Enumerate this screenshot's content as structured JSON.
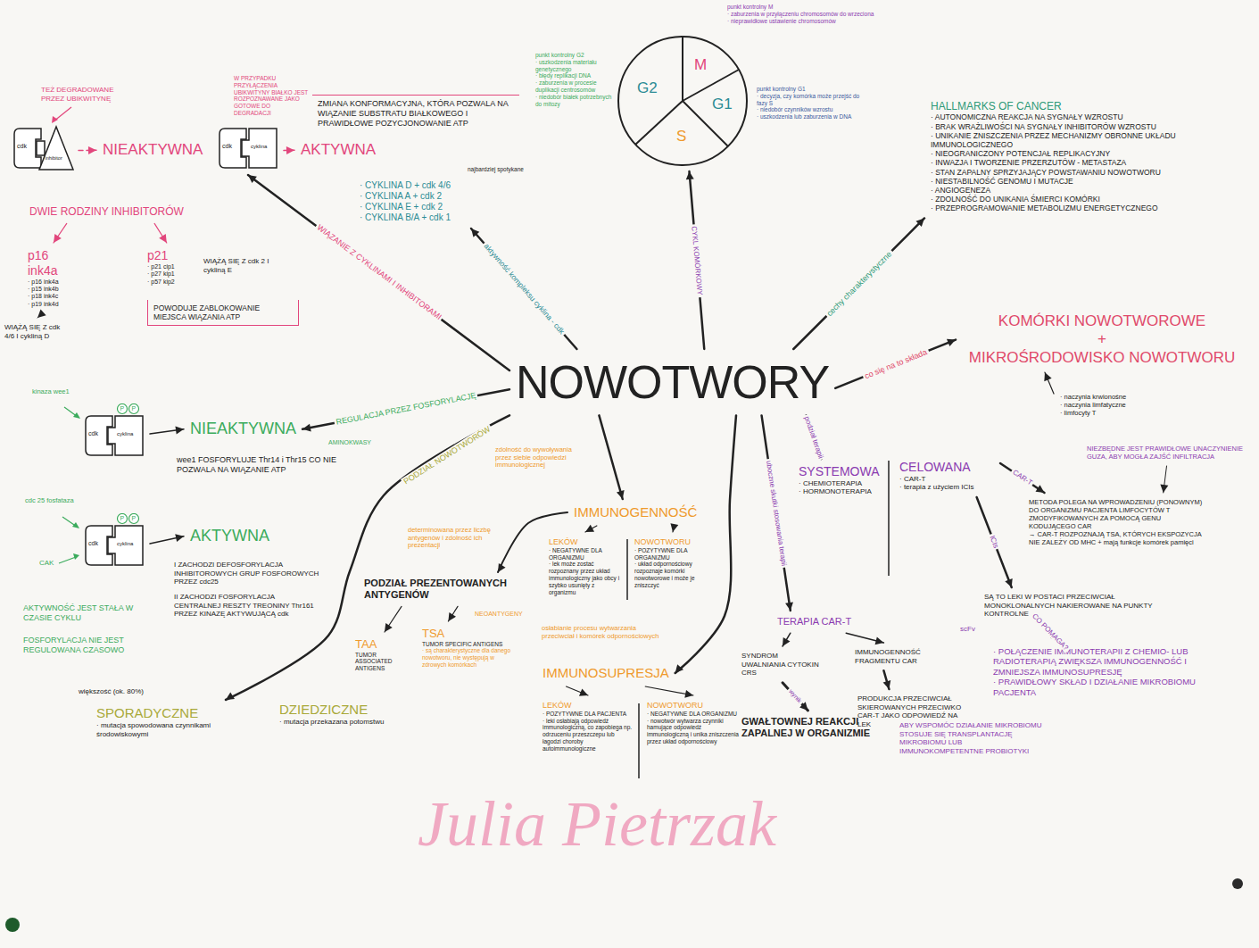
{
  "diagram": {
    "nodes": [
      {
        "text": [
          "NOWOTWORY"
        ]
      },
      {
        "text": [
          "cdk",
          "inhibitor"
        ]
      },
      {
        "text": [
          "NIEAKTYWNA"
        ]
      },
      {
        "text": [
          "cdk",
          "cyklina"
        ]
      },
      {
        "text": [
          "AKTYWNA"
        ]
      },
      {
        "text": [
          "DWIE RODZINY INHIBITORÓW"
        ]
      },
      {
        "text": [
          "p16 ink4a",
          "· p16 ink4a",
          "· p15 ink4b",
          "· p18 ink4c",
          "· p19 ink4d"
        ]
      },
      {
        "text": [
          "p21",
          "· p21 cip1",
          "· p27 kip1",
          "· p57 kip2"
        ]
      },
      {
        "text": [
          "WIĄŻĄ SIĘ Z cdk 4/6 I cykliną D"
        ]
      },
      {
        "text": [
          "POWODUJE ZABLOKOWANIE MIEJSCA WIĄZANIA ATP"
        ]
      },
      {
        "text": [
          "ZMIANA KONFORMACYJNA, KTÓRA POZWALA NA WIĄZANIE SUBSTRATU BIAŁKOWEGO I PRAWIDŁOWE POZYCJONOWANIE ATP"
        ]
      },
      {
        "text": [
          "· CYKLINA D + cdk 4/6",
          "· CYKLINA A + cdk 2",
          "· CYKLINA E + cdk 2",
          "· CYKLINA B/A + cdk 1"
        ]
      },
      {
        "text": [
          "cdk",
          "cyklina",
          "P",
          "P"
        ]
      },
      {
        "text": [
          "NIEAKTYWNA"
        ]
      },
      {
        "text": [
          "cdk",
          "cyklina",
          "P",
          "P"
        ]
      },
      {
        "text": [
          "AKTYWNA"
        ]
      },
      {
        "text": [
          "SPORADYCZNE",
          "· mutacja spowodowana czynnikami środowiskowymi"
        ]
      },
      {
        "text": [
          "DZIEDZICZNE",
          "· mutacja przekazana potomstwu"
        ]
      },
      {
        "text": [
          "PODZIAŁ PREZENTOWANYCH ANTYGENÓW"
        ]
      },
      {
        "text": [
          "TAA",
          "TUMOR ASSOCIATED ANTIGENS"
        ]
      },
      {
        "text": [
          "TSA",
          "TUMOR SPECIFIC ANTIGENS",
          "· są charakterystyczne dla danego nowotworu, nie występują w zdrowych komórkach"
        ]
      },
      {
        "text": [
          "IMMUNOGENNOŚĆ"
        ]
      },
      {
        "text": [
          "LEKÓW",
          "· NEGATYWNE DLA ORGANIZMU",
          "· lek może zostać rozpoznany przez układ immunologiczny jako obcy i szybko usunięty z organizmu"
        ]
      },
      {
        "text": [
          "NOWOTWORU",
          "· POZYTYWNE DLA ORGANIZMU",
          "· układ odpornościowy rozpoznaje komórki nowotworowe i może je zniszczyć"
        ]
      },
      {
        "text": [
          "IMMUNOSUPRESJA"
        ]
      },
      {
        "text": [
          "LEKÓW",
          "· POZYTYWNE DLA PACJENTA",
          "· leki osłabiają odpowiedź immunologiczną, co zapobiega np. odrzuceniu przeszczepu lub łagodzi choroby autoimmunologiczne"
        ]
      },
      {
        "text": [
          "NOWOTWORU",
          "· NEGATYWNE DLA ORGANIZMU",
          "· nowotwór wytwarza czynniki hamujące odpowiedź immunologiczną i unika zniszczenia przez układ odpornościowy"
        ]
      },
      {
        "text": [
          "G2",
          "M",
          "G1",
          "S"
        ]
      },
      {
        "text": [
          "HALLMARKS OF CANCER",
          "· AUTONOMICZNA REAKCJA NA SYGNAŁY WZROSTU",
          "· BRAK WRAŻLIWOŚCI NA SYGNAŁY INHIBITORÓW WZROSTU",
          "· UNIKANIE ZNISZCZENIA PRZEZ MECHANIZMY OBRONNE UKŁADU IMMUNOLOGICZNEGO",
          "· NIEOGRANICZONY POTENCJAŁ REPLIKACYJNY",
          "· INWAZJA I TWORZENIE PRZERZUTÓW - METASTAZA",
          "· STAN ZAPALNY SPRZYJAJĄCY POWSTAWANIU NOWOTWORU",
          "· NIESTABILNOŚĆ GENOMU I MUTACJE",
          "· ANGIOGENEZA",
          "· ZDOLNOŚĆ DO UNIKANIA ŚMIERCI KOMÓRKI",
          "· PRZEPROGRAMOWANIE METABOLIZMU ENERGETYCZNEGO"
        ]
      },
      {
        "text": [
          "KOMÓRKI NOWOTWOROWE",
          "+",
          "MIKROŚRODOWISKO NOWOTWORU"
        ]
      },
      {
        "text": [
          "· naczynia krwionośne",
          "· naczynia limfatyczne",
          "· limfocyty T"
        ]
      },
      {
        "text": [
          "SYSTEMOWA",
          "· CHEMIOTERAPIA",
          "· HORMONOTERAPIA"
        ]
      },
      {
        "text": [
          "CELOWANA",
          "· CAR-T",
          "· terapia z użyciem ICIs"
        ]
      },
      {
        "text": [
          "METODA POLEGA NA WPROWADZENIU (PONOWNYM) DO ORGANIZMU PACJENTA LIMFOCYTÓW T ZMODYFIKOWANYCH ZA POMOCĄ GENU KODUJĄCEGO CAR",
          "→ CAR-T ROZPOZNAJĄ TSA, KTÓRYCH EKSPOZYCJA NIE ZALEŻY OD MHC + mają funkcje komórek pamięci"
        ]
      },
      {
        "text": [
          "NIEZBĘDNE JEST PRAWIDŁOWE UNACZYNIENIE GUZA, ABY MOGŁA ZAJŚĆ INFILTRACJA"
        ]
      },
      {
        "text": [
          "SĄ TO LEKI W POSTACI PRZECIWCIAŁ MONOKLONALNYCH NAKIEROWANE NA PUNKTY KONTROLNE"
        ]
      },
      {
        "text": [
          "· POŁĄCZENIE IMMUNOTERAPII Z CHEMIO- LUB RADIOTERAPIĄ ZWIĘKSZA IMMUNOGENNOŚĆ I ZMNIEJSZA IMMUNOSUPRESJĘ",
          "· PRAWIDŁOWY SKŁAD I DZIAŁANIE MIKROBIOMU PACJENTA"
        ]
      },
      {
        "text": [
          "TERAPIA CAR-T"
        ]
      },
      {
        "text": [
          "SYNDROM UWALNIANIA CYTOKIN CRS"
        ]
      },
      {
        "text": [
          "GWAŁTOWNEJ REAKCJI ZAPALNEJ W ORGANIZMIE"
        ]
      },
      {
        "text": [
          "IMMUNOGENNOŚĆ FRAGMENTU CAR"
        ]
      },
      {
        "text": [
          "PRODUKCJA PRZECIWCIAŁ SKIEROWANYCH PRZECIWKO CAR-T JAKO ODPOWIEDŹ NA LEK"
        ]
      }
    ],
    "edges": [
      {
        "from": 1,
        "to": 2,
        "arrow": "to"
      },
      {
        "from": 3,
        "to": 4,
        "arrow": "to"
      },
      {
        "from": 0,
        "to": 3,
        "label": "WIĄZANIE Z CYKLINAMI I INHIBITORAMI",
        "arrow": "to"
      },
      {
        "from": 5,
        "to": 6,
        "arrow": "to"
      },
      {
        "from": 5,
        "to": 7,
        "arrow": "to"
      },
      {
        "from": 6,
        "to": 8,
        "arrow": "to"
      },
      {
        "from": 0,
        "to": 11,
        "label": "aktywność kompleksu cyklina - cdk",
        "arrow": "to"
      },
      {
        "from": 0,
        "to": 13,
        "label": "REGULACJA PRZEZ FOSFORYLACJĘ",
        "arrow": "to"
      },
      {
        "from": 12,
        "to": 13,
        "arrow": "to"
      },
      {
        "from": 14,
        "to": 15,
        "arrow": "to"
      },
      {
        "from": 0,
        "to": 16,
        "label": "PODZIAŁ NOWOTWORÓW",
        "arrow": "to"
      },
      {
        "from": 18,
        "to": 19,
        "arrow": "to"
      },
      {
        "from": 18,
        "to": 20,
        "arrow": "to"
      },
      {
        "from": 21,
        "to": 18,
        "label": "determinowana przez liczbę antygenów i zdolność ich prezentacji",
        "arrow": "to"
      },
      {
        "from": 0,
        "to": 21,
        "label": "zdolność do wywoływania przez siebie odpowiedzi immunologicznej",
        "arrow": "to"
      },
      {
        "from": 21,
        "to": 22,
        "arrow": "to"
      },
      {
        "from": 21,
        "to": 23,
        "arrow": "to"
      },
      {
        "from": 0,
        "to": 24,
        "label": "osłabianie procesu wytwarzania przeciwciał i komórek odpornościowych",
        "arrow": "to"
      },
      {
        "from": 24,
        "to": 25,
        "arrow": "to"
      },
      {
        "from": 24,
        "to": 26,
        "arrow": "to"
      },
      {
        "from": 0,
        "to": 27,
        "label": "CYKL KOMÓRKOWY",
        "arrow": "to"
      },
      {
        "from": 0,
        "to": 28,
        "label": "cechy charakterystyczne",
        "arrow": "to"
      },
      {
        "from": 0,
        "to": 29,
        "label": "co się na to składa",
        "arrow": "to"
      },
      {
        "from": 30,
        "to": 29,
        "arrow": "to"
      },
      {
        "from": 0,
        "to": 31,
        "label": "podział terapii",
        "arrow": "to"
      },
      {
        "from": 32,
        "to": 33,
        "label": "CAR-T",
        "arrow": "to"
      },
      {
        "from": 34,
        "to": 33,
        "arrow": "to"
      },
      {
        "from": 32,
        "to": 35,
        "label": "ICIs",
        "arrow": "to"
      },
      {
        "from": 35,
        "to": 36,
        "label": "CO POMAGA?",
        "arrow": "to"
      },
      {
        "from": 0,
        "to": 37,
        "label": "uboczne skutki stosowania terapii",
        "arrow": "to"
      },
      {
        "from": 37,
        "to": 38,
        "arrow": "to"
      },
      {
        "from": 37,
        "to": 40,
        "arrow": "to"
      },
      {
        "from": 38,
        "to": 39,
        "label": "wynik",
        "arrow": "to"
      },
      {
        "from": 40,
        "to": 41,
        "arrow": "to"
      }
    ],
    "labels": [
      "TEŻ DEGRADOWANE PRZEZ UBIKWITYNĘ",
      "W PRZYPADKU PRZYŁĄCZENIA UBIKWITYNY BIAŁKO JEST ROZPOZNAWANE JAKO GOTOWE DO DEGRADACJI",
      "WIĄŻĄ SIĘ Z cdk 2 I cykliną E",
      "najbardziej spotykane",
      "kinaza wee1",
      "AMINOKWASY",
      "wee1 FOSFORYLUJE Thr14 i Thr15 CO NIE POZWALA NA WIĄZANIE ATP",
      "cdc 25 fosfataza",
      "CAK",
      "I ZACHODZI DEFOSFORYLACJA INHIBITOROWYCH GRUP FOSFOROWYCH PRZEZ cdc25",
      "II ZACHODZI FOSFORYLACJA CENTRALNEJ RESZTY TREONINY Thr161 PRZEZ KINAZĘ AKTYWUJĄCĄ cdk",
      "AKTYWNOŚĆ JEST STAŁA W CZASIE CYKLU",
      "FOSFORYLACJA NIE JEST REGULOWANA CZASOWO",
      "większość (ok. 80%)",
      "NEOANTYGENY",
      "punkt kontrolny G2",
      "· uszkodzenia materiału genetycznego",
      "· błędy replikacji DNA",
      "· zaburzenia w procesie duplikacji centrosomów",
      "· niedobór białek potrzebnych do mitozy",
      "punkt kontrolny M",
      "· zaburzenia w przyłączeniu chromosomów do wrzeciona",
      "· nieprawidłowe ustawienie chromosomów",
      "punkt kontrolny G1",
      "· decyzja, czy komórka może przejść do fazy S",
      "· niedobór czynników wzrostu",
      "· uszkodzenia lub zaburzenia w DNA",
      "scFv",
      "ABY WSPOMÓC DZIAŁANIE MIKROBIOMU STOSUJE SIĘ TRANSPLANTACJĘ MIKROBIOMU LUB IMMUNOKOMPETENTNE PROBIOTYKI",
      "Julia Pietrzak"
    ]
  }
}
